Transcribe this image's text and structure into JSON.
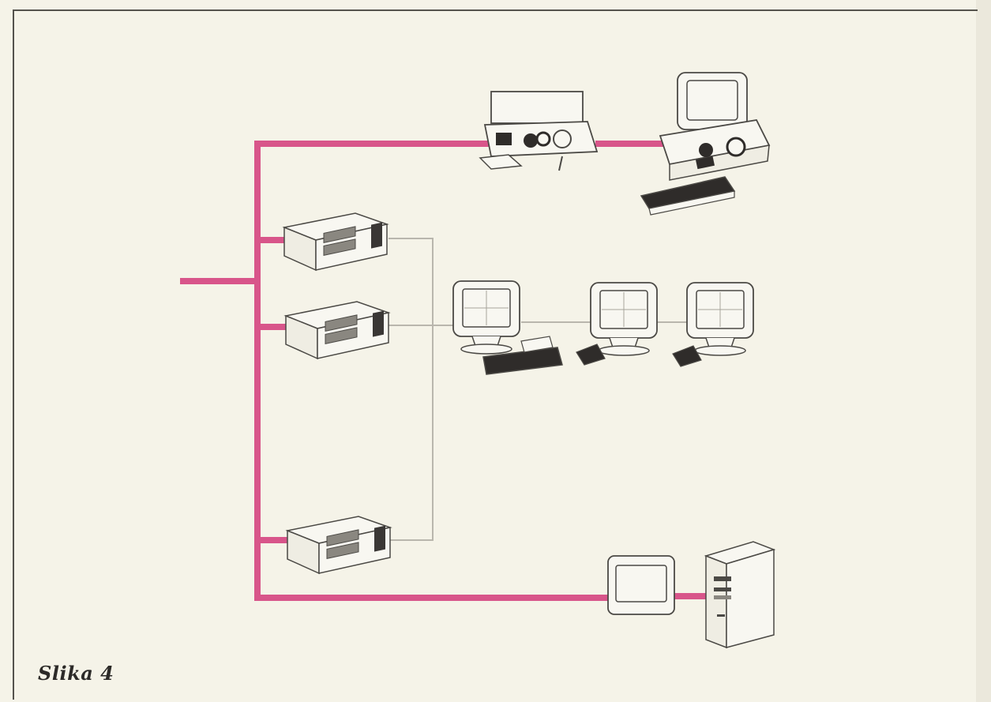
{
  "figure": {
    "caption": "Slika 4"
  },
  "colors": {
    "background": "#f5f3e8",
    "bus_line": "#d8558a",
    "link_line": "#b9b6ad",
    "device_stroke": "#4b4945",
    "device_fill": "#f8f7f1",
    "device_dark": "#2f2c2a"
  },
  "diagram": {
    "nodes": [
      {
        "id": "cassette-recorder",
        "kind": "audio-recorder-icon"
      },
      {
        "id": "desktop-computer",
        "kind": "desktop-computer-icon"
      },
      {
        "id": "server-1",
        "kind": "server-box-icon"
      },
      {
        "id": "server-2",
        "kind": "server-box-icon"
      },
      {
        "id": "server-3",
        "kind": "server-box-icon"
      },
      {
        "id": "workstation-1",
        "kind": "monitor-keyboard-icon"
      },
      {
        "id": "terminal-2",
        "kind": "monitor-icon"
      },
      {
        "id": "terminal-3",
        "kind": "monitor-icon"
      },
      {
        "id": "monitor-4",
        "kind": "monitor-icon"
      },
      {
        "id": "tower-pc",
        "kind": "tower-computer-icon"
      }
    ],
    "edges": [
      {
        "from": "backbone",
        "to": "cassette-recorder",
        "type": "bus"
      },
      {
        "from": "cassette-recorder",
        "to": "desktop-computer",
        "type": "bus"
      },
      {
        "from": "backbone",
        "to": "server-1",
        "type": "bus"
      },
      {
        "from": "backbone",
        "to": "server-2",
        "type": "bus"
      },
      {
        "from": "backbone",
        "to": "server-3",
        "type": "bus"
      },
      {
        "from": "backbone",
        "to": "monitor-4",
        "type": "bus"
      },
      {
        "from": "monitor-4",
        "to": "tower-pc",
        "type": "bus"
      },
      {
        "from": "server-1",
        "to": "workstation-1",
        "type": "thin"
      },
      {
        "from": "server-2",
        "to": "workstation-1",
        "type": "thin"
      },
      {
        "from": "server-3",
        "to": "workstation-1",
        "type": "thin"
      },
      {
        "from": "workstation-1",
        "to": "terminal-2",
        "type": "thin"
      },
      {
        "from": "terminal-2",
        "to": "terminal-3",
        "type": "thin"
      }
    ]
  }
}
